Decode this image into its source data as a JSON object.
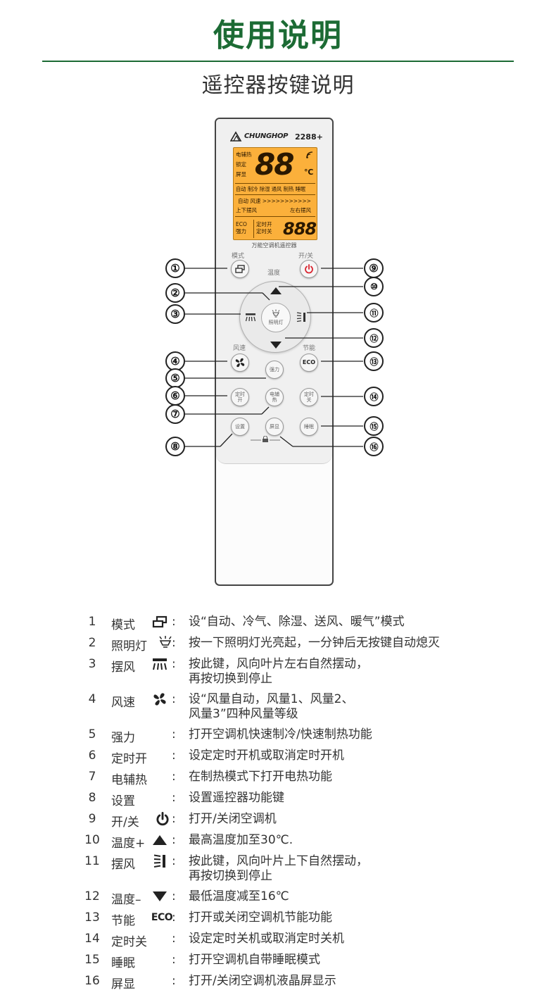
{
  "header": {
    "title": "使用说明",
    "subtitle": "遥控器按键说明"
  },
  "remote": {
    "brand": "CHUNGHOP",
    "model": "2288+",
    "lcd": {
      "left_labels": [
        "电辅热",
        "锁定",
        "屏显"
      ],
      "big_digits": "88",
      "degree": "℃",
      "mode_row": "自动 制冷 除湿 通风 制热 睡眠",
      "fan_row": "自动  风速  >>>>>>>>>>>",
      "swing_left": "上下摆风",
      "swing_right": "左右摆风",
      "eco": "ECO",
      "strong": "强力",
      "timer_on": "定时开",
      "timer_off": "定时关",
      "timer_digits": "888"
    },
    "caption": "万能空调机遥控器",
    "labels": {
      "mode": "模式",
      "power": "开/关",
      "temp": "温度",
      "fan": "风速",
      "eco_top": "节能"
    },
    "buttons": {
      "light": "照明灯",
      "strong": "强力",
      "eco": "ECO",
      "timer_on": [
        "定时",
        "开"
      ],
      "heater": [
        "电辅",
        "热"
      ],
      "timer_off": [
        "定时",
        "关"
      ],
      "setting": "设置",
      "display": "屏显",
      "sleep": "睡眠"
    }
  },
  "callouts": [
    "①",
    "②",
    "③",
    "④",
    "⑤",
    "⑥",
    "⑦",
    "⑧",
    "⑨",
    "⑩",
    "⑪",
    "⑫",
    "⑬",
    "⑭",
    "⑮",
    "⑯"
  ],
  "legend": [
    {
      "idx": "1",
      "name": "模式",
      "icon": "mode-icon",
      "desc": [
        "设“自动、冷气、除湿、送风、暖气”模式"
      ]
    },
    {
      "idx": "2",
      "name": "照明灯",
      "icon": "light-icon",
      "desc": [
        "按一下照明灯光亮起，一分钟后无按键自动熄灭"
      ]
    },
    {
      "idx": "3",
      "name": "摆风",
      "icon": "swing-lr-icon",
      "desc": [
        "按此键，风向叶片左右自然摆动，",
        "再按切换到停止"
      ]
    },
    {
      "idx": "4",
      "name": "风速",
      "icon": "fan-icon",
      "desc": [
        "设“风量自动，风量1、风量2、",
        "风量3”四种风量等级"
      ]
    },
    {
      "idx": "5",
      "name": "强力",
      "icon": "",
      "desc": [
        "打开空调机快速制冷/快速制热功能"
      ]
    },
    {
      "idx": "6",
      "name": "定时开",
      "icon": "",
      "desc": [
        "设定定时开机或取消定时开机"
      ]
    },
    {
      "idx": "7",
      "name": "电辅热",
      "icon": "",
      "desc": [
        "在制热模式下打开电热功能"
      ]
    },
    {
      "idx": "8",
      "name": "设置",
      "icon": "",
      "desc": [
        "设置遥控器功能键"
      ]
    },
    {
      "idx": "9",
      "name": "开/关",
      "icon": "power-icon",
      "desc": [
        "打开/关闭空调机"
      ]
    },
    {
      "idx": "10",
      "name": "温度+",
      "icon": "triangle-up-icon",
      "desc": [
        "最高温度加至30℃."
      ]
    },
    {
      "idx": "11",
      "name": "摆风",
      "icon": "swing-ud-icon",
      "desc": [
        "按此键，风向叶片上下自然摆动，",
        "再按切换到停止"
      ]
    },
    {
      "idx": "12",
      "name": "温度–",
      "icon": "triangle-down-icon",
      "desc": [
        "最低温度减至16℃"
      ]
    },
    {
      "idx": "13",
      "name": "节能",
      "icon": "eco-icon",
      "icon_text": "ECO",
      "desc": [
        "打开或关闭空调机节能功能"
      ]
    },
    {
      "idx": "14",
      "name": "定时关",
      "icon": "",
      "desc": [
        "设定定时关机或取消定时关机"
      ]
    },
    {
      "idx": "15",
      "name": "睡眠",
      "icon": "",
      "desc": [
        "打开空调机自带睡眠模式"
      ]
    },
    {
      "idx": "16",
      "name": "屏显",
      "icon": "",
      "desc": [
        "打开/关闭空调机液晶屏显示"
      ]
    }
  ],
  "colon": ":",
  "colors": {
    "title_green": "#1c6b34",
    "lcd_orange": "#fbb03b",
    "power_red": "#d9232e"
  }
}
